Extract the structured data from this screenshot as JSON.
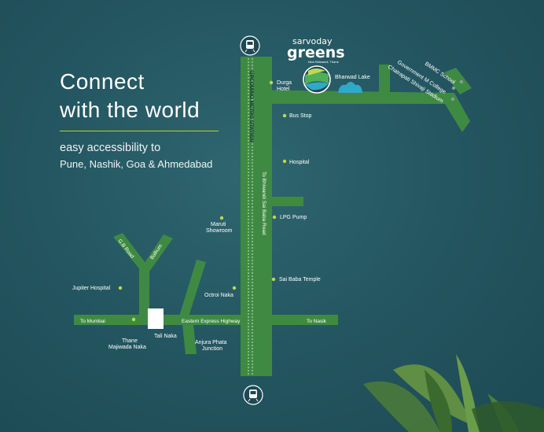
{
  "headline": {
    "title_line1": "Connect",
    "title_line2": "with the world",
    "tagline": "easy accessibility to",
    "destinations": "Pune, Nashik, Goa & Ahmedabad"
  },
  "brand": {
    "name_top": "sarvoday",
    "name_main": "greens",
    "location": "New Bhiwandi, Thane"
  },
  "roads": {
    "to_mumbai": "To Mumbai",
    "to_nasik": "To Nasik",
    "eastern_express_highway": "Eastern Express Highway",
    "to_bhiwandi": "To Bhiwandi Sai Baba Road",
    "upcoming_metro": "UPCOMING METRO STATION",
    "gb_road": "G.B Road",
    "balkum": "Balkum"
  },
  "landmarks": {
    "durga_line1": "Durga",
    "durga_line2": "Hotel",
    "bharwad_lake": "Bharwad Lake",
    "bus_stop": "Bus Stop",
    "hospital": "Hospital",
    "lpg_pump": "LPG Pump",
    "maruti_line1": "Maruti",
    "maruti_line2": "Showroom",
    "sai_baba_temple": "Sai Baba Temple",
    "octroi_naka": "Octroi Naka",
    "jupiter_hospital": "Jupiter Hospital",
    "tali_naka": "Tali Naka",
    "thane_line1": "Thane",
    "thane_line2": "Majiwada Naka",
    "anjura_line1": "Anjura Phata",
    "anjura_line2": "Junction",
    "bmmc_school": "BMMC School",
    "govt_college": "Government M College",
    "shivaji_stadium": "Chatrapati Shivaji Stadium"
  },
  "colors": {
    "background": "#245762",
    "road": "#3f8a43",
    "marker": "#c2d84a",
    "accent_rule": "#b8cf3b",
    "lake": "#2fa9c8"
  },
  "icons": [
    "metro-train-icon",
    "landmark-marker",
    "lake-icon",
    "brand-logo",
    "leaf-decoration"
  ]
}
